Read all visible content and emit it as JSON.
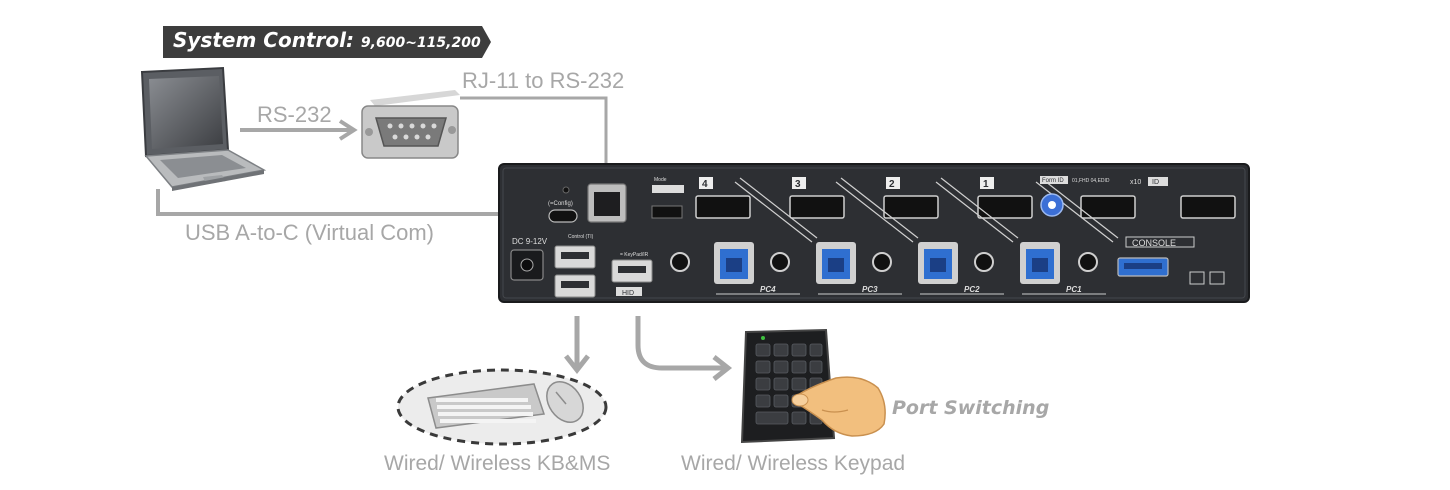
{
  "banner": {
    "title": "System Control:",
    "rate": "9,600~115,200"
  },
  "labels": {
    "rs232": "RS-232",
    "rj11": "RJ-11 to RS-232",
    "usb_virtual_com": "USB A-to-C (Virtual Com)",
    "kbms": "Wired/ Wireless KB&MS",
    "keypad": "Wired/ Wireless Keypad",
    "port_switching": "Port Switching"
  },
  "kvm": {
    "dc": "DC 9-12V",
    "config": "(=Config)",
    "control": "Control (TI)",
    "hid": "HID",
    "keypad_mini": "= KeyPad/IR",
    "console": "CONSOLE",
    "mode": "Mode",
    "form_id": "Form ID",
    "edid": "01,FHD 04,EDID",
    "x10": "x10",
    "id": "ID",
    "pc_ports": [
      "PC4",
      "PC3",
      "PC2",
      "PC1"
    ],
    "port_numbers": [
      "4",
      "3",
      "2",
      "1"
    ]
  },
  "colors": {
    "arrow": "#a7a7a7",
    "banner": "#3d3d3d",
    "kvm_panel": "#2d2f33",
    "usb_blue": "#2f6fd0"
  }
}
